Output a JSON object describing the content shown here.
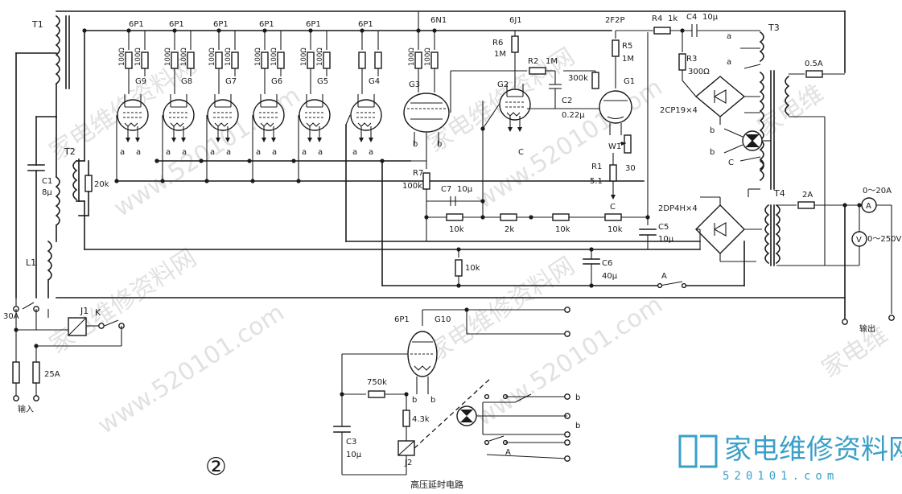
{
  "watermarks": {
    "site_cn": "家电维修资料网",
    "site_url": "www.520101.com",
    "site_cn_short": "家电维"
  },
  "logo": {
    "text": "家电维修资料网",
    "sub": "520101.com"
  },
  "figure_number": "②",
  "caption": "高压延时电路",
  "labels": {
    "T1": "T1",
    "T2": "T2",
    "T3": "T3",
    "T4": "T4",
    "C1": "C1",
    "C1_val": "8μ",
    "L1": "L1",
    "R_20k": "20k",
    "tube_type_6P1": "6P1",
    "tube_6N1": "6N1",
    "tube_6J1": "6J1",
    "tube_2F2P": "2F2P",
    "G9": "G9",
    "G8": "G8",
    "G7": "G7",
    "G6": "G6",
    "G5": "G5",
    "G4": "G4",
    "G3": "G3",
    "G2": "G2",
    "G1": "G1",
    "G10": "G10",
    "res_100": "100Ω",
    "R6": "R6",
    "R6_val": "1M",
    "R2": "R2",
    "R2_val": "1M",
    "R5": "R5",
    "R5_val": "1M",
    "R4": "R4",
    "R4_val": "1k",
    "C4": "C4",
    "C4_val": "10μ",
    "R3": "R3",
    "R3_val": "300Ω",
    "R_300k": "300k",
    "C2": "C2",
    "C2_val": "0.22μ",
    "W1": "W1",
    "R1": "R1",
    "R1_val": "5.1",
    "val_30": "30",
    "bridge1": "2CP19×4",
    "bridge2": "2DP4H×4",
    "R7": "R7",
    "R7_val": "100k",
    "C7": "C7",
    "C7_val": "10μ",
    "R_10k_a": "10k",
    "R_2k": "2k",
    "R_10k_b": "10k",
    "R_10k_c": "10k",
    "R_10k_d": "10k",
    "C5": "C5",
    "C5_val": "10μ",
    "C6": "C6",
    "C6_val": "40μ",
    "fuse_05A": "0.5A",
    "fuse_2A": "2A",
    "meter_A": "A",
    "meter_A_range": "0～20A",
    "meter_V": "V",
    "meter_V_range": "0～250V",
    "output": "输出",
    "input": "输入",
    "fuse_30A": "30A",
    "fuse_25A": "25A",
    "J1": "J1",
    "K": "K",
    "J2": "J2",
    "switch_A": "A",
    "R_750k": "750k",
    "R_43k": "4.3k",
    "C3": "C3",
    "C3_val": "10μ",
    "pin_a": "a",
    "pin_b": "b",
    "pin_c": "C"
  }
}
